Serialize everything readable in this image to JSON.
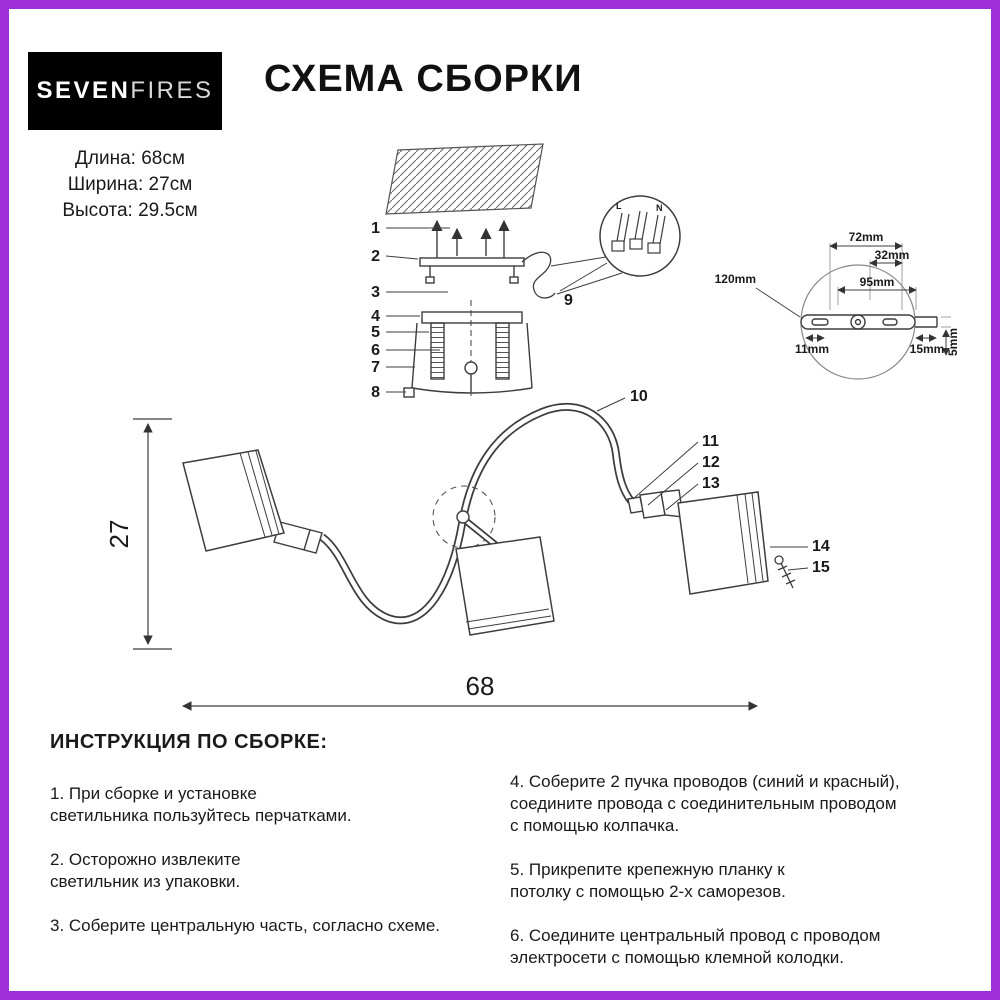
{
  "colors": {
    "frame": "#a02fd8",
    "logo_bg": "#000000",
    "ink": "#1a1a1a"
  },
  "brand": {
    "seven": "SEVEN",
    "fires": "FIRES"
  },
  "header": {
    "title": "СХЕМА СБОРКИ"
  },
  "specs": {
    "length": "Длина: 68см",
    "width": "Ширина: 27см",
    "height": "Высота: 29.5см"
  },
  "diagram": {
    "part_labels": [
      "1",
      "2",
      "3",
      "4",
      "5",
      "6",
      "7",
      "8",
      "9",
      "10",
      "11",
      "12",
      "13",
      "14",
      "15"
    ],
    "detail_labels": {
      "l": "L",
      "n": "N"
    },
    "plate_dims": {
      "w72": "72mm",
      "w32": "32mm",
      "w95": "95mm",
      "w120": "120mm",
      "w11": "11mm",
      "w15": "15mm",
      "h5": "5mm"
    },
    "overall": {
      "width": "68",
      "height": "27"
    }
  },
  "instructions": {
    "heading": "ИНСТРУКЦИЯ ПО СБОРКЕ:",
    "left": [
      "1. При сборке и установке\nсветильника пользуйтесь перчатками.",
      "2. Осторожно извлеките\nсветильник из упаковки.",
      "3. Соберите центральную часть, согласно схеме."
    ],
    "right": [
      "4. Соберите 2 пучка проводов (синий и красный),\nсоедините провода с соединительным проводом\nс помощью колпачка.",
      "5. Прикрепите крепежную планку к\nпотолку с помощью 2-х саморезов.",
      "6. Соедините центральный провод с проводом\nэлектросети с помощью клемной колодки."
    ]
  }
}
